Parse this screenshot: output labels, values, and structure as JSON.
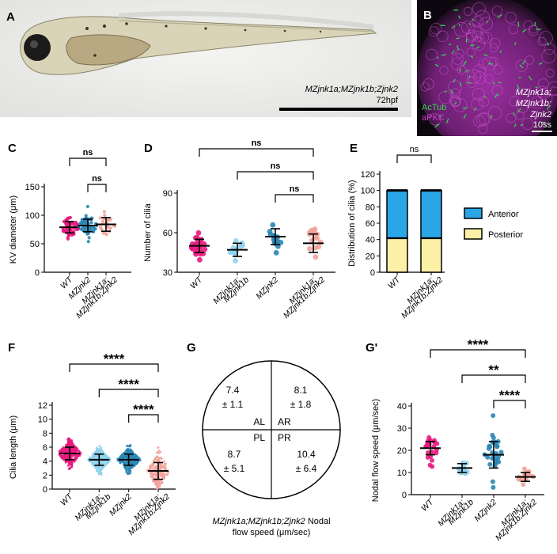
{
  "panels": {
    "A": {
      "letter": "A",
      "genotype": "MZjnk1a;MZjnk1b;Zjnk2",
      "stage": "72hpf"
    },
    "B": {
      "letter": "B",
      "stain1": "AcTub",
      "stain2": "aPKC",
      "genotype_lines": [
        "MZjnk1a;",
        "MZjnk1b;",
        "Zjnk2"
      ],
      "stage": "10ss",
      "colors": {
        "stain1": "#2fd64a",
        "stain2": "#d23fd6"
      }
    },
    "C": {
      "letter": "C"
    },
    "D": {
      "letter": "D"
    },
    "E": {
      "letter": "E"
    },
    "F": {
      "letter": "F"
    },
    "G": {
      "letter": "G",
      "quadrants": [
        {
          "label": "AL",
          "mean": "7.4",
          "sd": "± 1.1"
        },
        {
          "label": "AR",
          "mean": "8.1",
          "sd": "± 1.8"
        },
        {
          "label": "PL",
          "mean": "8.7",
          "sd": "± 5.1"
        },
        {
          "label": "PR",
          "mean": "10.4",
          "sd": "± 6.4"
        }
      ],
      "caption_italic": "MZjnk1a;MZjnk1b;Zjnk2",
      "caption_rest": " Nodal",
      "caption_line2": "flow speed (μm/sec)"
    },
    "G2": {
      "letter": "G'"
    }
  },
  "chart_data": [
    {
      "id": "C",
      "type": "scatter",
      "ylabel": "KV diameter (μm)",
      "ylim": [
        0,
        150
      ],
      "yticks": [
        "0",
        "50",
        "100",
        "150"
      ],
      "categories": [
        [
          "WT"
        ],
        [
          "MZjnk2"
        ],
        [
          "MZjnk1a;",
          "MZjnk1b;Zjnk2"
        ]
      ],
      "series": [
        {
          "mean": 79,
          "sd": 10,
          "n": 60,
          "color": "#e8197f"
        },
        {
          "mean": 82,
          "sd": 11,
          "n": 60,
          "color": "#2a87b4"
        },
        {
          "mean": 84,
          "sd": 12,
          "n": 25,
          "color": "#f2a49b"
        }
      ],
      "brackets": [
        {
          "from": 0,
          "to": 2,
          "label": "ns",
          "level": 0
        },
        {
          "from": 1,
          "to": 2,
          "label": "ns",
          "level": 1
        }
      ]
    },
    {
      "id": "D",
      "type": "scatter",
      "ylabel": "Number of cilia",
      "ylim": [
        30,
        90
      ],
      "yticks": [
        "30",
        "60",
        "90"
      ],
      "categories": [
        [
          "WT"
        ],
        [
          "MZjnk1a;",
          "MZjnk1b"
        ],
        [
          "MZjnk2"
        ],
        [
          "MZjnk1a;",
          "MZjnk1b;Zjnk2"
        ]
      ],
      "series": [
        {
          "mean": 50,
          "sd": 5,
          "n": 22,
          "color": "#e8197f"
        },
        {
          "mean": 47,
          "sd": 5,
          "n": 15,
          "color": "#8fd1ee"
        },
        {
          "mean": 57,
          "sd": 6,
          "n": 20,
          "color": "#2a87b4"
        },
        {
          "mean": 52,
          "sd": 7,
          "n": 15,
          "color": "#f2a49b"
        }
      ],
      "brackets": [
        {
          "from": 0,
          "to": 3,
          "label": "ns",
          "level": 0
        },
        {
          "from": 1,
          "to": 3,
          "label": "ns",
          "level": 1
        },
        {
          "from": 2,
          "to": 3,
          "label": "ns",
          "level": 2
        }
      ]
    },
    {
      "id": "E",
      "type": "bar",
      "ylabel": "Distribution of cilia (%)",
      "ylim": [
        0,
        120
      ],
      "yticks": [
        "0",
        "20",
        "40",
        "60",
        "80",
        "100",
        "120"
      ],
      "categories": [
        [
          "WT"
        ],
        [
          "MZjnk1a;",
          "MZjnk1b;Zjnk2"
        ]
      ],
      "series": [
        {
          "name": "Posterior",
          "values": [
            42,
            42
          ],
          "color": "#fcf0a6"
        },
        {
          "name": "Anterior",
          "values": [
            58,
            58
          ],
          "color": "#2aa6e6"
        }
      ],
      "legend_order": [
        "Anterior",
        "Posterior"
      ],
      "brackets": [
        {
          "from": 0,
          "to": 1,
          "label": "ns",
          "level": 0
        }
      ]
    },
    {
      "id": "F",
      "type": "scatter",
      "ylabel": "Cilia length (μm)",
      "ylim": [
        0,
        12
      ],
      "yticks": [
        "0",
        "2",
        "4",
        "6",
        "8",
        "10",
        "12"
      ],
      "categories": [
        [
          "WT"
        ],
        [
          "MZjnk1a;",
          "MZjnk1b"
        ],
        [
          "MZjnk2"
        ],
        [
          "MZjnk1a;",
          "MZjnk1b;Zjnk2"
        ]
      ],
      "series": [
        {
          "mean": 5.1,
          "sd": 0.9,
          "n": 300,
          "color": "#e8197f"
        },
        {
          "mean": 4.2,
          "sd": 0.8,
          "n": 250,
          "color": "#8fd1ee"
        },
        {
          "mean": 4.2,
          "sd": 0.8,
          "n": 260,
          "color": "#2a87b4"
        },
        {
          "mean": 2.6,
          "sd": 1.2,
          "n": 180,
          "color": "#f2a49b"
        }
      ],
      "brackets": [
        {
          "from": 0,
          "to": 3,
          "label": "****",
          "level": 0
        },
        {
          "from": 1,
          "to": 3,
          "label": "****",
          "level": 1
        },
        {
          "from": 2,
          "to": 3,
          "label": "****",
          "level": 2
        }
      ]
    },
    {
      "id": "G2",
      "type": "scatter",
      "ylabel": "Nodal flow speed (μm/sec)",
      "ylim": [
        0,
        40
      ],
      "yticks": [
        "0",
        "10",
        "20",
        "30",
        "40"
      ],
      "categories": [
        [
          "WT"
        ],
        [
          "MZjnk1a;",
          "MZjnk1b"
        ],
        [
          "MZjnk2"
        ],
        [
          "MZjnk1a;",
          "MZjnk1b;Zjnk2"
        ]
      ],
      "series": [
        {
          "mean": 21,
          "sd": 3,
          "n": 22,
          "color": "#e8197f"
        },
        {
          "mean": 12,
          "sd": 2,
          "n": 18,
          "color": "#8fd1ee"
        },
        {
          "mean": 18,
          "sd": 6,
          "n": 30,
          "color": "#2a87b4"
        },
        {
          "mean": 8,
          "sd": 2,
          "n": 20,
          "color": "#f2a49b"
        }
      ],
      "brackets": [
        {
          "from": 0,
          "to": 3,
          "label": "****",
          "level": 0
        },
        {
          "from": 1,
          "to": 3,
          "label": "**",
          "level": 1
        },
        {
          "from": 2,
          "to": 3,
          "label": "****",
          "level": 2
        }
      ]
    }
  ]
}
